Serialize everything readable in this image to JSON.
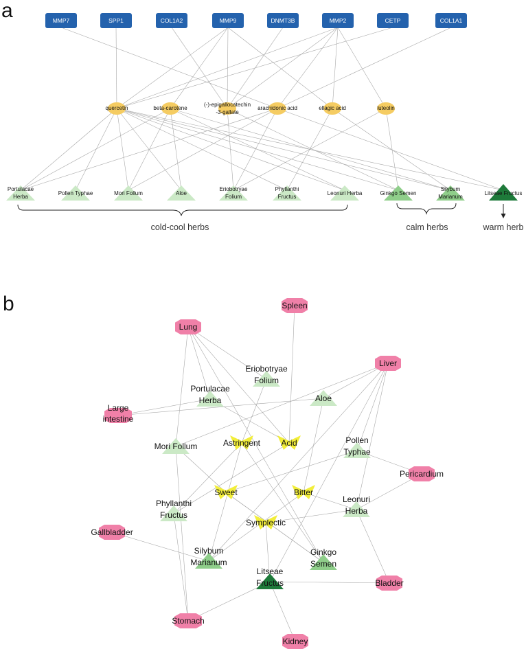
{
  "panel_a": {
    "label": "a",
    "genes": [
      "MMP7",
      "SPP1",
      "COL1A2",
      "MMP9",
      "DNMT3B",
      "MMP2",
      "CETP",
      "COL1A1"
    ],
    "compounds": [
      "quercetin",
      "beta-carotene",
      "(-)-epigallocatechin -3-gallate",
      "arachidonic acid",
      "ellagic acid",
      "luteolin"
    ],
    "herbs": [
      {
        "name": "Portulacae Herba",
        "group": "cold-cool"
      },
      {
        "name": "Pollen Typhae",
        "group": "cold-cool"
      },
      {
        "name": "Mori Follum",
        "group": "cold-cool"
      },
      {
        "name": "Aloe",
        "group": "cold-cool"
      },
      {
        "name": "Eriobotryae Folium",
        "group": "cold-cool"
      },
      {
        "name": "Phyllanthi Fructus",
        "group": "cold-cool"
      },
      {
        "name": "Leonuri Herba",
        "group": "cold-cool"
      },
      {
        "name": "Ginkgo Semen",
        "group": "calm"
      },
      {
        "name": "Silybum Marianum",
        "group": "calm"
      },
      {
        "name": "Litseae Fructus",
        "group": "warm"
      }
    ],
    "groups": {
      "cold_cool": "cold-cool herbs",
      "calm": "calm herbs",
      "warm": "warm herb"
    },
    "gene_compound_edges": [
      [
        "MMP7",
        "arachidonic acid"
      ],
      [
        "SPP1",
        "quercetin"
      ],
      [
        "COL1A2",
        "(-)-epigallocatechin -3-gallate"
      ],
      [
        "MMP9",
        "quercetin"
      ],
      [
        "MMP9",
        "beta-carotene"
      ],
      [
        "MMP9",
        "(-)-epigallocatechin -3-gallate"
      ],
      [
        "MMP9",
        "ellagic acid"
      ],
      [
        "DNMT3B",
        "(-)-epigallocatechin -3-gallate"
      ],
      [
        "MMP2",
        "quercetin"
      ],
      [
        "MMP2",
        "(-)-epigallocatechin -3-gallate"
      ],
      [
        "MMP2",
        "arachidonic acid"
      ],
      [
        "MMP2",
        "ellagic acid"
      ],
      [
        "MMP2",
        "luteolin"
      ],
      [
        "CETP",
        "quercetin"
      ],
      [
        "COL1A1",
        "arachidonic acid"
      ]
    ],
    "compound_herb_edges": [
      [
        "quercetin",
        "Portulacae Herba"
      ],
      [
        "quercetin",
        "Pollen Typhae"
      ],
      [
        "quercetin",
        "Mori Follum"
      ],
      [
        "quercetin",
        "Aloe"
      ],
      [
        "quercetin",
        "Phyllanthi Fructus"
      ],
      [
        "quercetin",
        "Leonuri Herba"
      ],
      [
        "quercetin",
        "Ginkgo Semen"
      ],
      [
        "quercetin",
        "Silybum Marianum"
      ],
      [
        "quercetin",
        "Litseae Fructus"
      ],
      [
        "beta-carotene",
        "Portulacae Herba"
      ],
      [
        "beta-carotene",
        "Mori Follum"
      ],
      [
        "beta-carotene",
        "Aloe"
      ],
      [
        "beta-carotene",
        "Leonuri Herba"
      ],
      [
        "beta-carotene",
        "Silybum Marianum"
      ],
      [
        "(-)-epigallocatechin -3-gallate",
        "Eriobotryae Folium"
      ],
      [
        "(-)-epigallocatechin -3-gallate",
        "Ginkgo Semen"
      ],
      [
        "arachidonic acid",
        "Portulacae Herba"
      ],
      [
        "arachidonic acid",
        "Mori Follum"
      ],
      [
        "arachidonic acid",
        "Eriobotryae Folium"
      ],
      [
        "arachidonic acid",
        "Litseae Fructus"
      ],
      [
        "ellagic acid",
        "Phyllanthi Fructus"
      ],
      [
        "ellagic acid",
        "Silybum Marianum"
      ],
      [
        "luteolin",
        "Eriobotryae Folium"
      ],
      [
        "luteolin",
        "Ginkgo Semen"
      ]
    ],
    "colors": {
      "gene": "#2462ad",
      "compound": "#f5cc62",
      "herb_cold_cool": "#cbe9c6",
      "herb_calm": "#8fce8a",
      "herb_warm": "#1e7a3a",
      "edge": "#a8a8a8"
    }
  },
  "panel_b": {
    "label": "b",
    "organs": [
      "Spleen",
      "Lung",
      "Liver",
      "Large intestine",
      "Pericardium",
      "Gallbladder",
      "Bladder",
      "Stomach",
      "Kidney"
    ],
    "tastes": [
      "Astringent",
      "Acid",
      "Sweet",
      "Bitter",
      "Symplectic"
    ],
    "herbs": [
      "Eriobotryae Folium",
      "Portulacae Herba",
      "Aloe",
      "Mori Follum",
      "Pollen Typhae",
      "Phyllanthi Fructus",
      "Leonuri Herba",
      "Silybum Marianum",
      "Ginkgo Semen",
      "Litseae Fructus"
    ],
    "edges": [
      [
        "Lung",
        "Eriobotryae Folium"
      ],
      [
        "Lung",
        "Mori Follum"
      ],
      [
        "Lung",
        "Portulacae Herba"
      ],
      [
        "Lung",
        "Acid"
      ],
      [
        "Lung",
        "Ginkgo Semen"
      ],
      [
        "Spleen",
        "Acid"
      ],
      [
        "Liver",
        "Aloe"
      ],
      [
        "Liver",
        "Pollen Typhae"
      ],
      [
        "Liver",
        "Mori Follum"
      ],
      [
        "Liver",
        "Leonuri Herba"
      ],
      [
        "Liver",
        "Litseae Fructus"
      ],
      [
        "Liver",
        "Silybum Marianum"
      ],
      [
        "Large intestine",
        "Portulacae Herba"
      ],
      [
        "Large intestine",
        "Aloe"
      ],
      [
        "Pericardium",
        "Pollen Typhae"
      ],
      [
        "Pericardium",
        "Leonuri Herba"
      ],
      [
        "Gallbladder",
        "Silybum Marianum"
      ],
      [
        "Bladder",
        "Leonuri Herba"
      ],
      [
        "Bladder",
        "Litseae Fructus"
      ],
      [
        "Stomach",
        "Mori Follum"
      ],
      [
        "Stomach",
        "Phyllanthi Fructus"
      ],
      [
        "Stomach",
        "Litseae Fructus"
      ],
      [
        "Kidney",
        "Litseae Fructus"
      ],
      [
        "Eriobotryae Folium",
        "Astringent"
      ],
      [
        "Mori Follum",
        "Sweet"
      ],
      [
        "Aloe",
        "Bitter"
      ],
      [
        "Pollen Typhae",
        "Sweet"
      ],
      [
        "Phyllanthi Fructus",
        "Astringent"
      ],
      [
        "Phyllanthi Fructus",
        "Acid"
      ],
      [
        "Leonuri Herba",
        "Symplectic"
      ],
      [
        "Leonuri Herba",
        "Bitter"
      ],
      [
        "Silybum Marianum",
        "Bitter"
      ],
      [
        "Ginkgo Semen",
        "Astringent"
      ],
      [
        "Ginkgo Semen",
        "Sweet"
      ],
      [
        "Litseae Fructus",
        "Symplectic"
      ],
      [
        "Portulacae Herba",
        "Acid"
      ],
      [
        "Astringent",
        "Silybum Marianum"
      ],
      [
        "Sweet",
        "Ginkgo Semen"
      ]
    ],
    "colors": {
      "organ": "#f080a8",
      "taste": "#f2ee3a",
      "herb_cold_cool": "#cbe9c6",
      "herb_calm": "#8fce8a",
      "herb_warm": "#1e7a3a"
    }
  }
}
